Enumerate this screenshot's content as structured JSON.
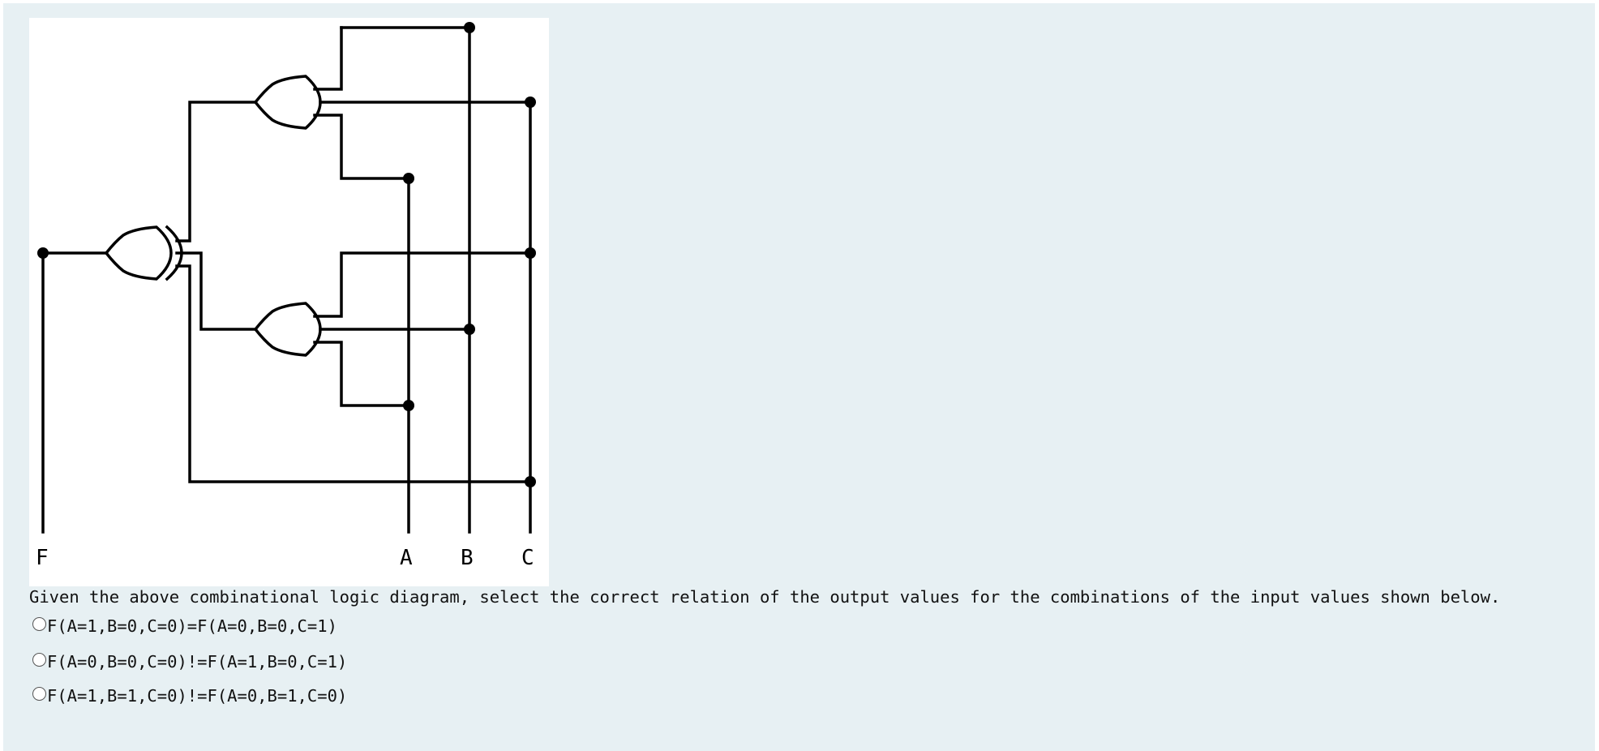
{
  "diagram": {
    "gates": [
      "xor-gate",
      "or-gate",
      "or-gate"
    ],
    "labels": {
      "output": "F",
      "input_a": "A",
      "input_b": "B",
      "input_c": "C"
    }
  },
  "question": {
    "text": "Given the above combinational logic diagram, select the correct relation of the output values for the combinations of the input values shown below."
  },
  "options": [
    {
      "label": "F(A=1,B=0,C=0)=F(A=0,B=0,C=1)",
      "selected": false
    },
    {
      "label": "F(A=0,B=0,C=0)!=F(A=1,B=0,C=1)",
      "selected": false
    },
    {
      "label": "F(A=1,B=1,C=0)!=F(A=0,B=1,C=0)",
      "selected": false
    }
  ]
}
